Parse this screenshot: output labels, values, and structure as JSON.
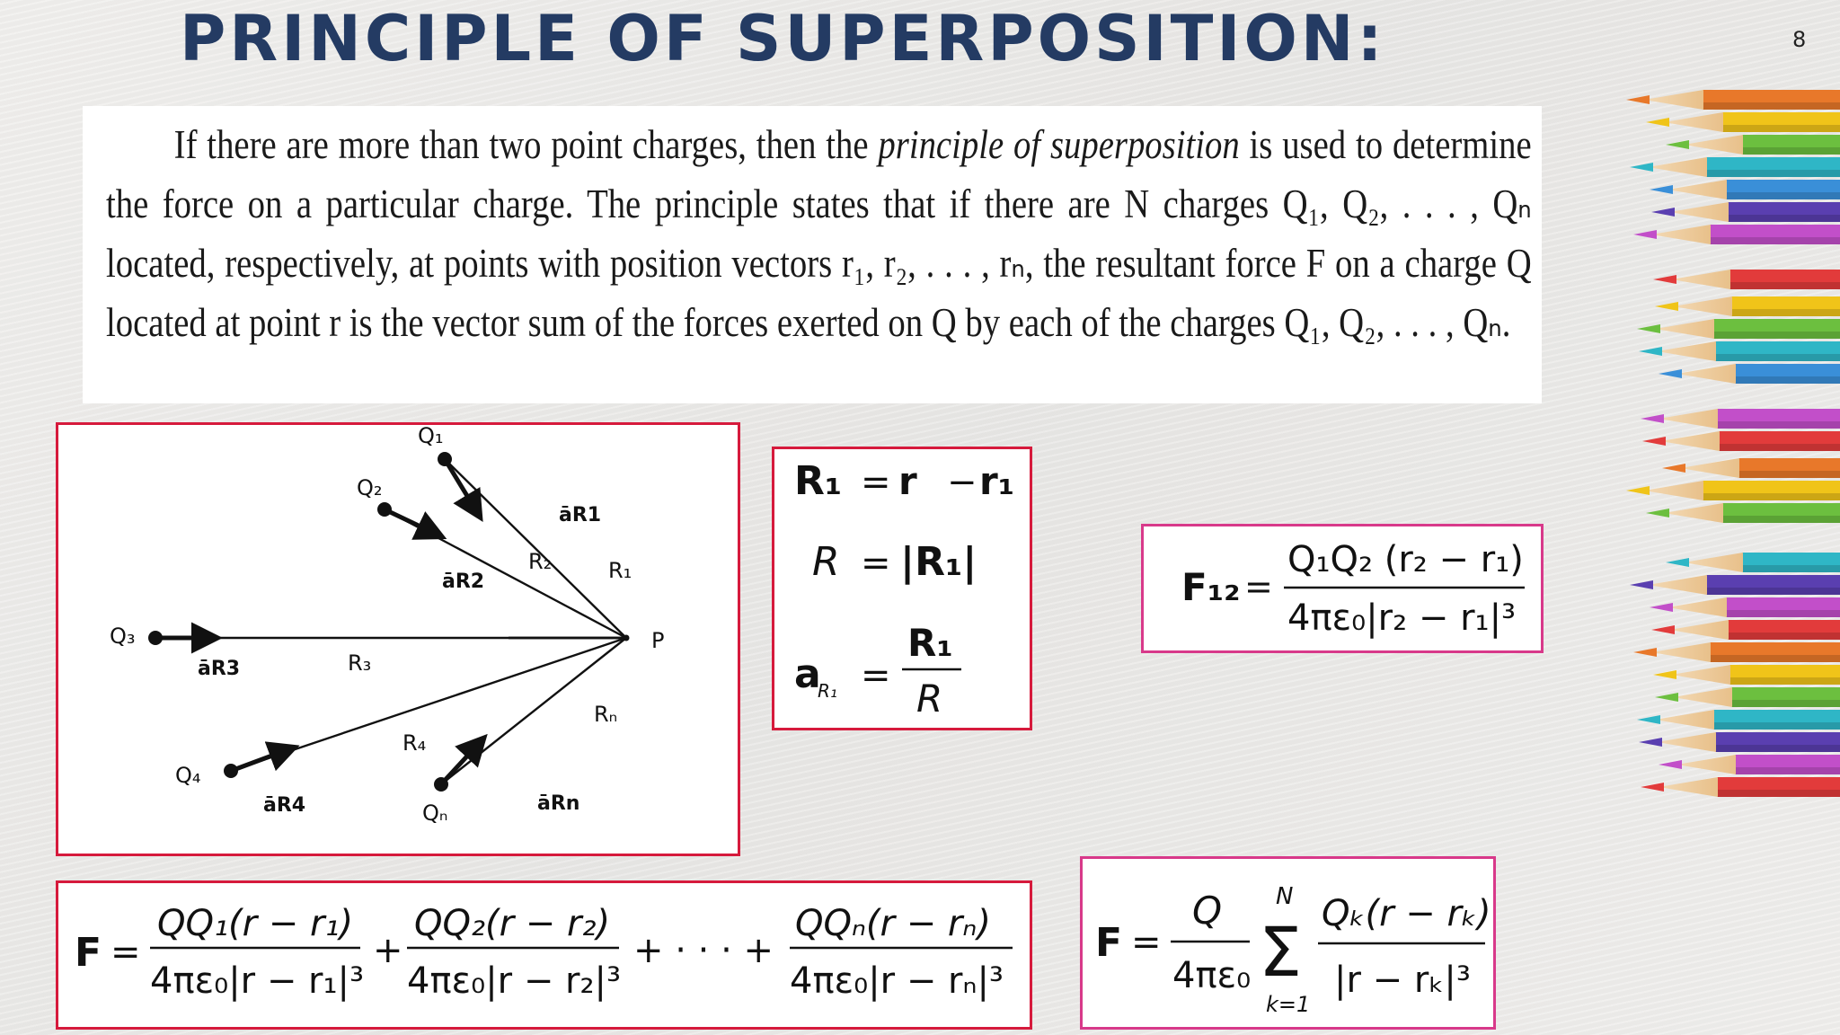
{
  "slide": {
    "title": "PRINCIPLE OF SUPERPOSITION:",
    "page_number": "8"
  },
  "paragraph": {
    "part1": "If there are more than two point charges, then the ",
    "emphasis": "principle of superposition",
    "part2": " is used to determine the force on a particular charge. The principle states that if there are N charges Q₁, Q₂, . . . , Qₙ located, respectively, at points with position vectors r₁, r₂, . . . , rₙ, the resultant force F on a charge Q located at point r is the vector sum of the forces exerted on Q by each of the charges Q₁, Q₂, . . . , Qₙ."
  },
  "diagram": {
    "charges": [
      "Q₁",
      "Q₂",
      "Q₃",
      "Q₄",
      "Qₙ"
    ],
    "point": "P",
    "distances": [
      "R₁",
      "R₂",
      "R₃",
      "R₄",
      "Rₙ"
    ],
    "unit_vectors": [
      "āR1",
      "āR2",
      "āR3",
      "āR4",
      "āRn"
    ]
  },
  "relations": {
    "line1": [
      "R₁",
      "=",
      "r",
      "−",
      "r₁"
    ],
    "line2": [
      "R",
      "=",
      "|R₁|"
    ],
    "line3": [
      "a",
      "R₁",
      "=",
      "R₁",
      "R"
    ]
  },
  "f12": {
    "lhs": "F₁₂",
    "eq": "=",
    "numerator": "Q₁Q₂ (r₂ − r₁)",
    "denominator": "4πε₀|r₂ − r₁|³"
  },
  "fsum": {
    "lhs": "F",
    "eq": "=",
    "terms": [
      {
        "num": "QQ₁(r − r₁)",
        "den": "4πε₀|r − r₁|³"
      },
      {
        "num": "QQ₂(r − r₂)",
        "den": "4πε₀|r − r₂|³"
      },
      {
        "num": "QQₙ(r − rₙ)",
        "den": "4πε₀|r − rₙ|³"
      }
    ],
    "plus": "+",
    "ellipsis": "+ · · · +"
  },
  "fsigma": {
    "lhs": "F",
    "eq": "=",
    "num": "Q",
    "den": "4πε₀",
    "sigma": "Σ",
    "upper": "N",
    "lower": "k=1",
    "term_num": "Qₖ(r − rₖ)",
    "term_den": "|r − rₖ|³"
  },
  "colors": {
    "title": "#243b63",
    "box_border": "#d61a3c",
    "box_border_alt": "#d8398a"
  }
}
